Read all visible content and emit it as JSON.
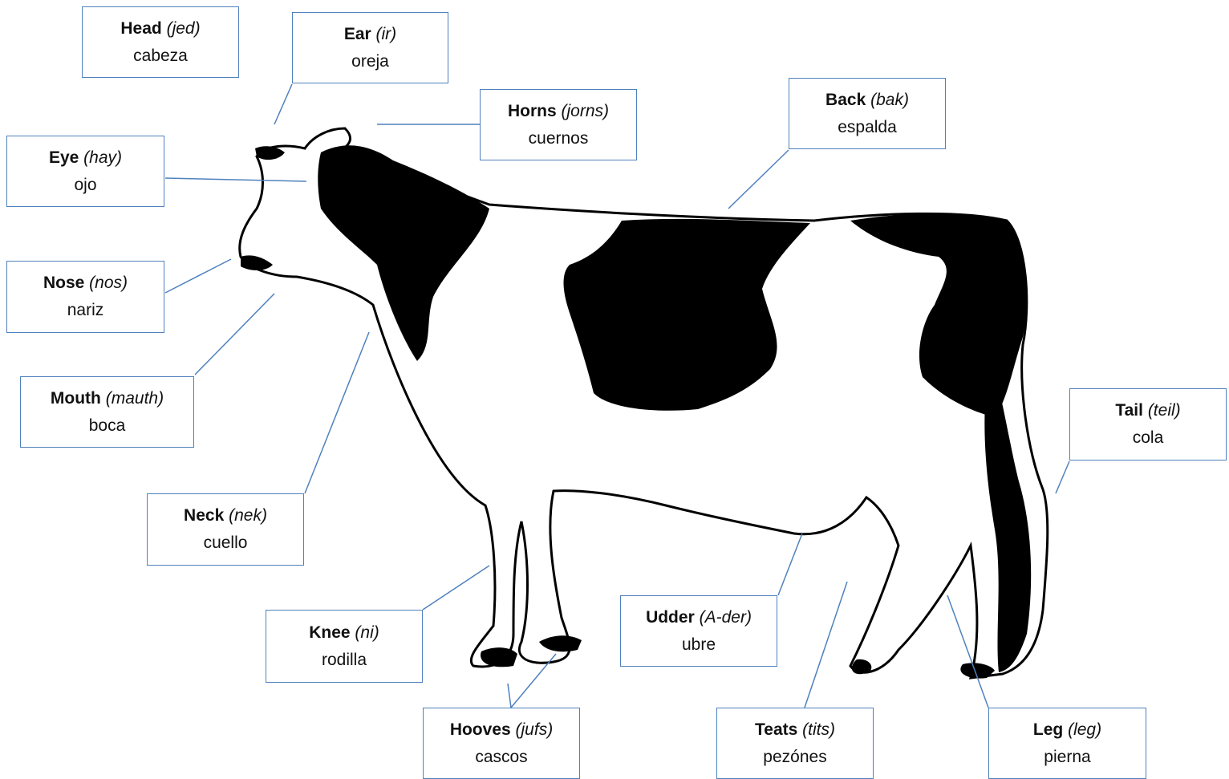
{
  "labels": [
    {
      "id": "head",
      "en": "Head",
      "pron": "(jed)",
      "es": "cabeza"
    },
    {
      "id": "ear",
      "en": "Ear",
      "pron": "(ir)",
      "es": "oreja"
    },
    {
      "id": "horns",
      "en": "Horns",
      "pron": "(jorns)",
      "es": "cuernos"
    },
    {
      "id": "back",
      "en": "Back",
      "pron": "(bak)",
      "es": "espalda"
    },
    {
      "id": "eye",
      "en": "Eye",
      "pron": "(hay)",
      "es": "ojo"
    },
    {
      "id": "nose",
      "en": "Nose",
      "pron": "(nos)",
      "es": "nariz"
    },
    {
      "id": "mouth",
      "en": "Mouth",
      "pron": "(mauth)",
      "es": "boca"
    },
    {
      "id": "neck",
      "en": "Neck",
      "pron": "(nek)",
      "es": "cuello"
    },
    {
      "id": "tail",
      "en": "Tail",
      "pron": "(teil)",
      "es": "cola"
    },
    {
      "id": "knee",
      "en": "Knee",
      "pron": "(ni)",
      "es": "rodilla"
    },
    {
      "id": "udder",
      "en": "Udder",
      "pron": "(A-der)",
      "es": "ubre"
    },
    {
      "id": "hooves",
      "en": "Hooves",
      "pron": "(jufs)",
      "es": "cascos"
    },
    {
      "id": "teats",
      "en": "Teats",
      "pron": "(tits)",
      "es": "pezónes"
    },
    {
      "id": "leg",
      "en": "Leg",
      "pron": "(leg)",
      "es": "pierna"
    }
  ],
  "colors": {
    "border": "#4f81bd",
    "line": "#4f81bd",
    "cow": "#000000"
  }
}
